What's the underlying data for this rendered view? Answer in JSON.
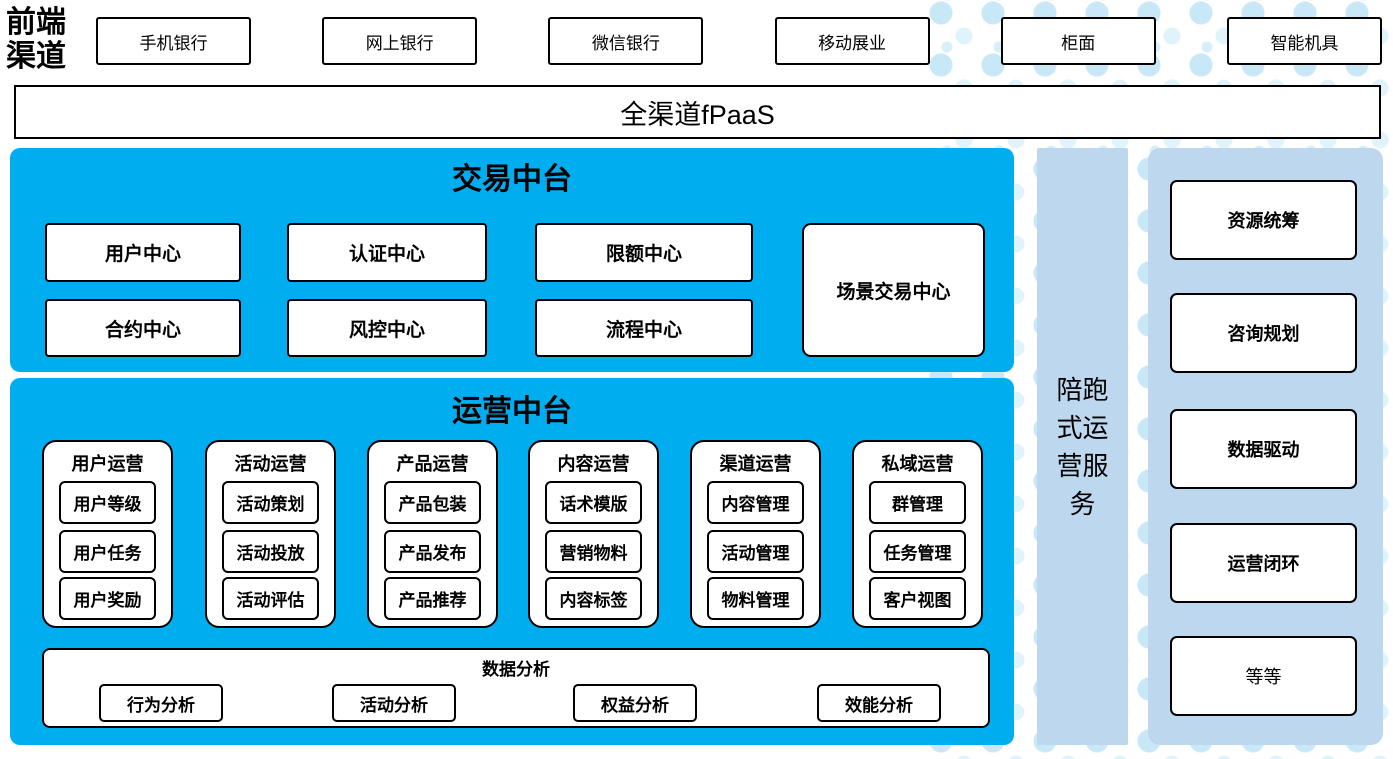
{
  "front_channels": {
    "label": "前端渠道",
    "items": [
      "手机银行",
      "网上银行",
      "微信银行",
      "移动展业",
      "柜面",
      "智能机具"
    ]
  },
  "fpaas": {
    "label": "全渠道fPaaS"
  },
  "trading": {
    "title": "交易中台",
    "cells": [
      "用户中心",
      "认证中心",
      "限额中心",
      "合约中心",
      "风控中心",
      "流程中心"
    ],
    "tall_cell": "场景交易中心"
  },
  "operations": {
    "title": "运营中台",
    "groups": [
      {
        "title": "用户运营",
        "items": [
          "用户等级",
          "用户任务",
          "用户奖励"
        ]
      },
      {
        "title": "活动运营",
        "items": [
          "活动策划",
          "活动投放",
          "活动评估"
        ]
      },
      {
        "title": "产品运营",
        "items": [
          "产品包装",
          "产品发布",
          "产品推荐"
        ]
      },
      {
        "title": "内容运营",
        "items": [
          "话术模版",
          "营销物料",
          "内容标签"
        ]
      },
      {
        "title": "渠道运营",
        "items": [
          "内容管理",
          "活动管理",
          "物料管理"
        ]
      },
      {
        "title": "私域运营",
        "items": [
          "群管理",
          "任务管理",
          "客户视图"
        ]
      }
    ],
    "analysis": {
      "title": "数据分析",
      "items": [
        "行为分析",
        "活动分析",
        "权益分析",
        "效能分析"
      ]
    }
  },
  "side_bar": {
    "label": "陪跑式运营服务"
  },
  "right_panel": {
    "items": [
      "资源统筹",
      "咨询规划",
      "数据驱动",
      "运营闭环",
      "等等"
    ]
  },
  "colors": {
    "accent_blue": "#00ADEF",
    "panel_light_blue": "#BDD7EE",
    "dot_blue": "#C9E8F7"
  }
}
